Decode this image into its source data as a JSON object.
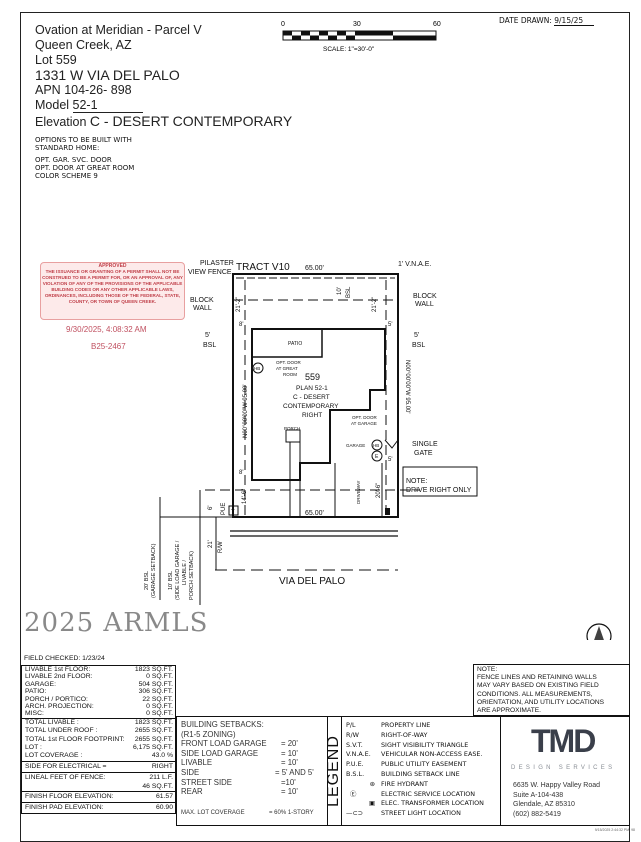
{
  "header": {
    "community": "Ovation at Meridian - Parcel V",
    "city": "Queen Creek, AZ",
    "lot_label": "Lot",
    "lot": "559",
    "address": "1331 W VIA DEL PALO",
    "apn_label": "APN",
    "apn": "104-26- 898",
    "model_label": "Model",
    "model": "52-1",
    "elevation_label": "Elevation",
    "elevation": "C - DESERT CONTEMPORARY",
    "options_title": [
      "OPTIONS TO BE BUILT WITH",
      "STANDARD HOME:"
    ],
    "options": [
      "OPT. GAR. SVC. DOOR",
      "OPT. DOOR AT GREAT ROOM",
      "COLOR SCHEME 9"
    ]
  },
  "scale": {
    "ticks": [
      "0",
      "30",
      "60"
    ],
    "label": "SCALE: 1\"=30'-0\""
  },
  "date_drawn": {
    "label": "DATE DRAWN:",
    "value": "9/15/25"
  },
  "approval": {
    "title": "APPROVED",
    "text": "THE ISSUANCE OR GRANTING OF A PERMIT SHALL NOT BE CONSTRUED TO BE A PERMIT FOR, OR AN APPROVAL OF, ANY VIOLATION OF ANY OF THE PROVISIONS OF THE APPLICABLE BUILDING CODES OR ANY OTHER APPLICABLE LAWS, ORDINANCES, INCLUDING THOSE OF THE FEDERAL, STATE, COUNTY, OR TOWN OF QUEEN CREEK.",
    "timestamp": "9/30/2025, 4:08:32 AM",
    "permit": "B25-2467",
    "color": "#c0404a"
  },
  "plan": {
    "tract": "TRACT V10",
    "top_dim": "65.00'",
    "bottom_dim": "65.00'",
    "side_dim": "N00°00'00\"W 95.00'",
    "vnae": "1' V.N.A.E.",
    "pilaster": "PILASTER",
    "view_fence": "VIEW FENCE",
    "block_wall": "BLOCK",
    "block_wall2": "WALL",
    "bsl5": "5'",
    "bsl": "BSL",
    "rear_bsl": "10'",
    "dim_21_2": "21'-2\"",
    "dim_8": "8'",
    "dim_5": "5'",
    "patio": "PATIO",
    "opt_door_great": [
      "OPT. DOOR",
      "AT GREAT",
      "ROOM"
    ],
    "lot_no": "559",
    "plan_label": [
      "PLAN 52-1",
      "C - DESERT",
      "CONTEMPORARY",
      "RIGHT"
    ],
    "opt_door_garage": [
      "OPT. DOOR",
      "AT GARAGE"
    ],
    "porch": "PORCH",
    "garage": "GARAGE",
    "hb": "HB",
    "e": "E",
    "t": "T",
    "single_gate": [
      "SINGLE",
      "GATE"
    ],
    "note_drive": [
      "NOTE:",
      "DRIVE RIGHT ONLY"
    ],
    "dim_14_6": "14'-6\"",
    "dim_20_6": "20'-6\"",
    "driveway": "DRIVEWAY",
    "pue": "PUE",
    "pue_dim": "6'",
    "rw": "R/W",
    "rw_dim": "21'",
    "street": "VIA DEL PALO",
    "bsl20": [
      "20' BSL",
      "(GARAGE SETBACK)"
    ],
    "bsl10": [
      "10' BSL",
      "(SIDE LOAD GARAGE /",
      "LIVABLE /",
      "PORCH SETBACK)"
    ]
  },
  "areas": {
    "field_checked": "FIELD CHECKED: 1/23/24",
    "rows1": [
      [
        "LIVABLE 1st FLOOR:",
        "1823 SQ.FT."
      ],
      [
        "LIVABLE 2nd FLOOR:",
        "0 SQ.FT."
      ],
      [
        "GARAGE:",
        "504 SQ.FT."
      ],
      [
        "PATIO:",
        "306 SQ.FT."
      ],
      [
        "PORCH / PORTICO:",
        "22 SQ.FT."
      ],
      [
        "ARCH. PROJECTION:",
        "0 SQ.FT."
      ],
      [
        "MISC:",
        "0 SQ.FT."
      ]
    ],
    "rows2": [
      [
        "TOTAL LIVABLE :",
        "1823 SQ.FT."
      ],
      [
        "TOTAL UNDER ROOF :",
        "2655 SQ.FT."
      ],
      [
        "TOTAL 1st FLOOR FOOTPRINT:",
        "2655 SQ.FT."
      ],
      [
        "LOT :",
        "6,175 SQ.FT."
      ],
      [
        "LOT COVERAGE :",
        "43.0 %"
      ]
    ],
    "electrical": [
      "SIDE FOR ELECTRICAL =",
      "RIGHT"
    ],
    "fence": [
      "LINEAL FEET OF FENCE:",
      "211 L.F."
    ],
    "gate_row": [
      "",
      "46 SQ.FT."
    ],
    "ffe": [
      "FINISH FLOOR ELEVATION:",
      "61.57"
    ],
    "fpe": [
      "FINISH PAD ELEVATION:",
      "60.90"
    ]
  },
  "setbacks": {
    "title": "BUILDING SETBACKS:",
    "zoning": "(R1-5 ZONING)",
    "rows": [
      [
        "FRONT LOAD GARAGE",
        "= 20'"
      ],
      [
        "SIDE LOAD GARAGE",
        "= 10'"
      ],
      [
        "LIVABLE",
        "= 10'"
      ],
      [
        "SIDE",
        "= 5' AND 5'"
      ],
      [
        "STREET SIDE",
        "=10'"
      ],
      [
        "REAR",
        "= 10'"
      ]
    ],
    "max_cov": [
      "MAX. LOT COVERAGE",
      "= 60% 1-STORY"
    ]
  },
  "note": {
    "title": "NOTE:",
    "lines": [
      "FENCE LINES AND RETAINING WALLS",
      "MAY VARY BASED ON EXISTING FIELD",
      "CONDITIONS.  ALL MEASUREMENTS,",
      "ORIENTATION, AND UTILITY LOCATIONS",
      "ARE APPROXIMATE."
    ]
  },
  "legend": {
    "title": "LEGEND",
    "items": [
      [
        "P/L",
        "PROPERTY LINE"
      ],
      [
        "R/W",
        "RIGHT-OF-WAY"
      ],
      [
        "S.V.T.",
        "SIGHT VISIBILITY TRIANGLE"
      ],
      [
        "V.N.A.E.",
        "VEHICULAR NON-ACCESS EASE."
      ],
      [
        "P.U.E.",
        "PUBLIC UTILITY EASEMENT"
      ],
      [
        "B.S.L.",
        "BUILDING SETBACK LINE"
      ],
      [
        "",
        "FIRE HYDRANT"
      ],
      [
        "",
        "ELECTRIC SERVICE LOCATION"
      ],
      [
        "",
        "ELEC. TRANSFORMER LOCATION"
      ],
      [
        "",
        "STREET LIGHT LOCATION"
      ]
    ]
  },
  "company": {
    "logo": "TMD",
    "tagline": "DESIGN SERVICES",
    "address1": "6635 W. Happy Valley Road",
    "address2": "Suite A-104-438",
    "address3": "Glendale, AZ 85310",
    "phone": "(602) 882-5419",
    "logo_color": "#3a3f4a",
    "accent_color": "#8a8f96"
  },
  "watermark": "2025 ARMLS",
  "print_stamp": "9/15/2025 2:44:32 PM, 98"
}
